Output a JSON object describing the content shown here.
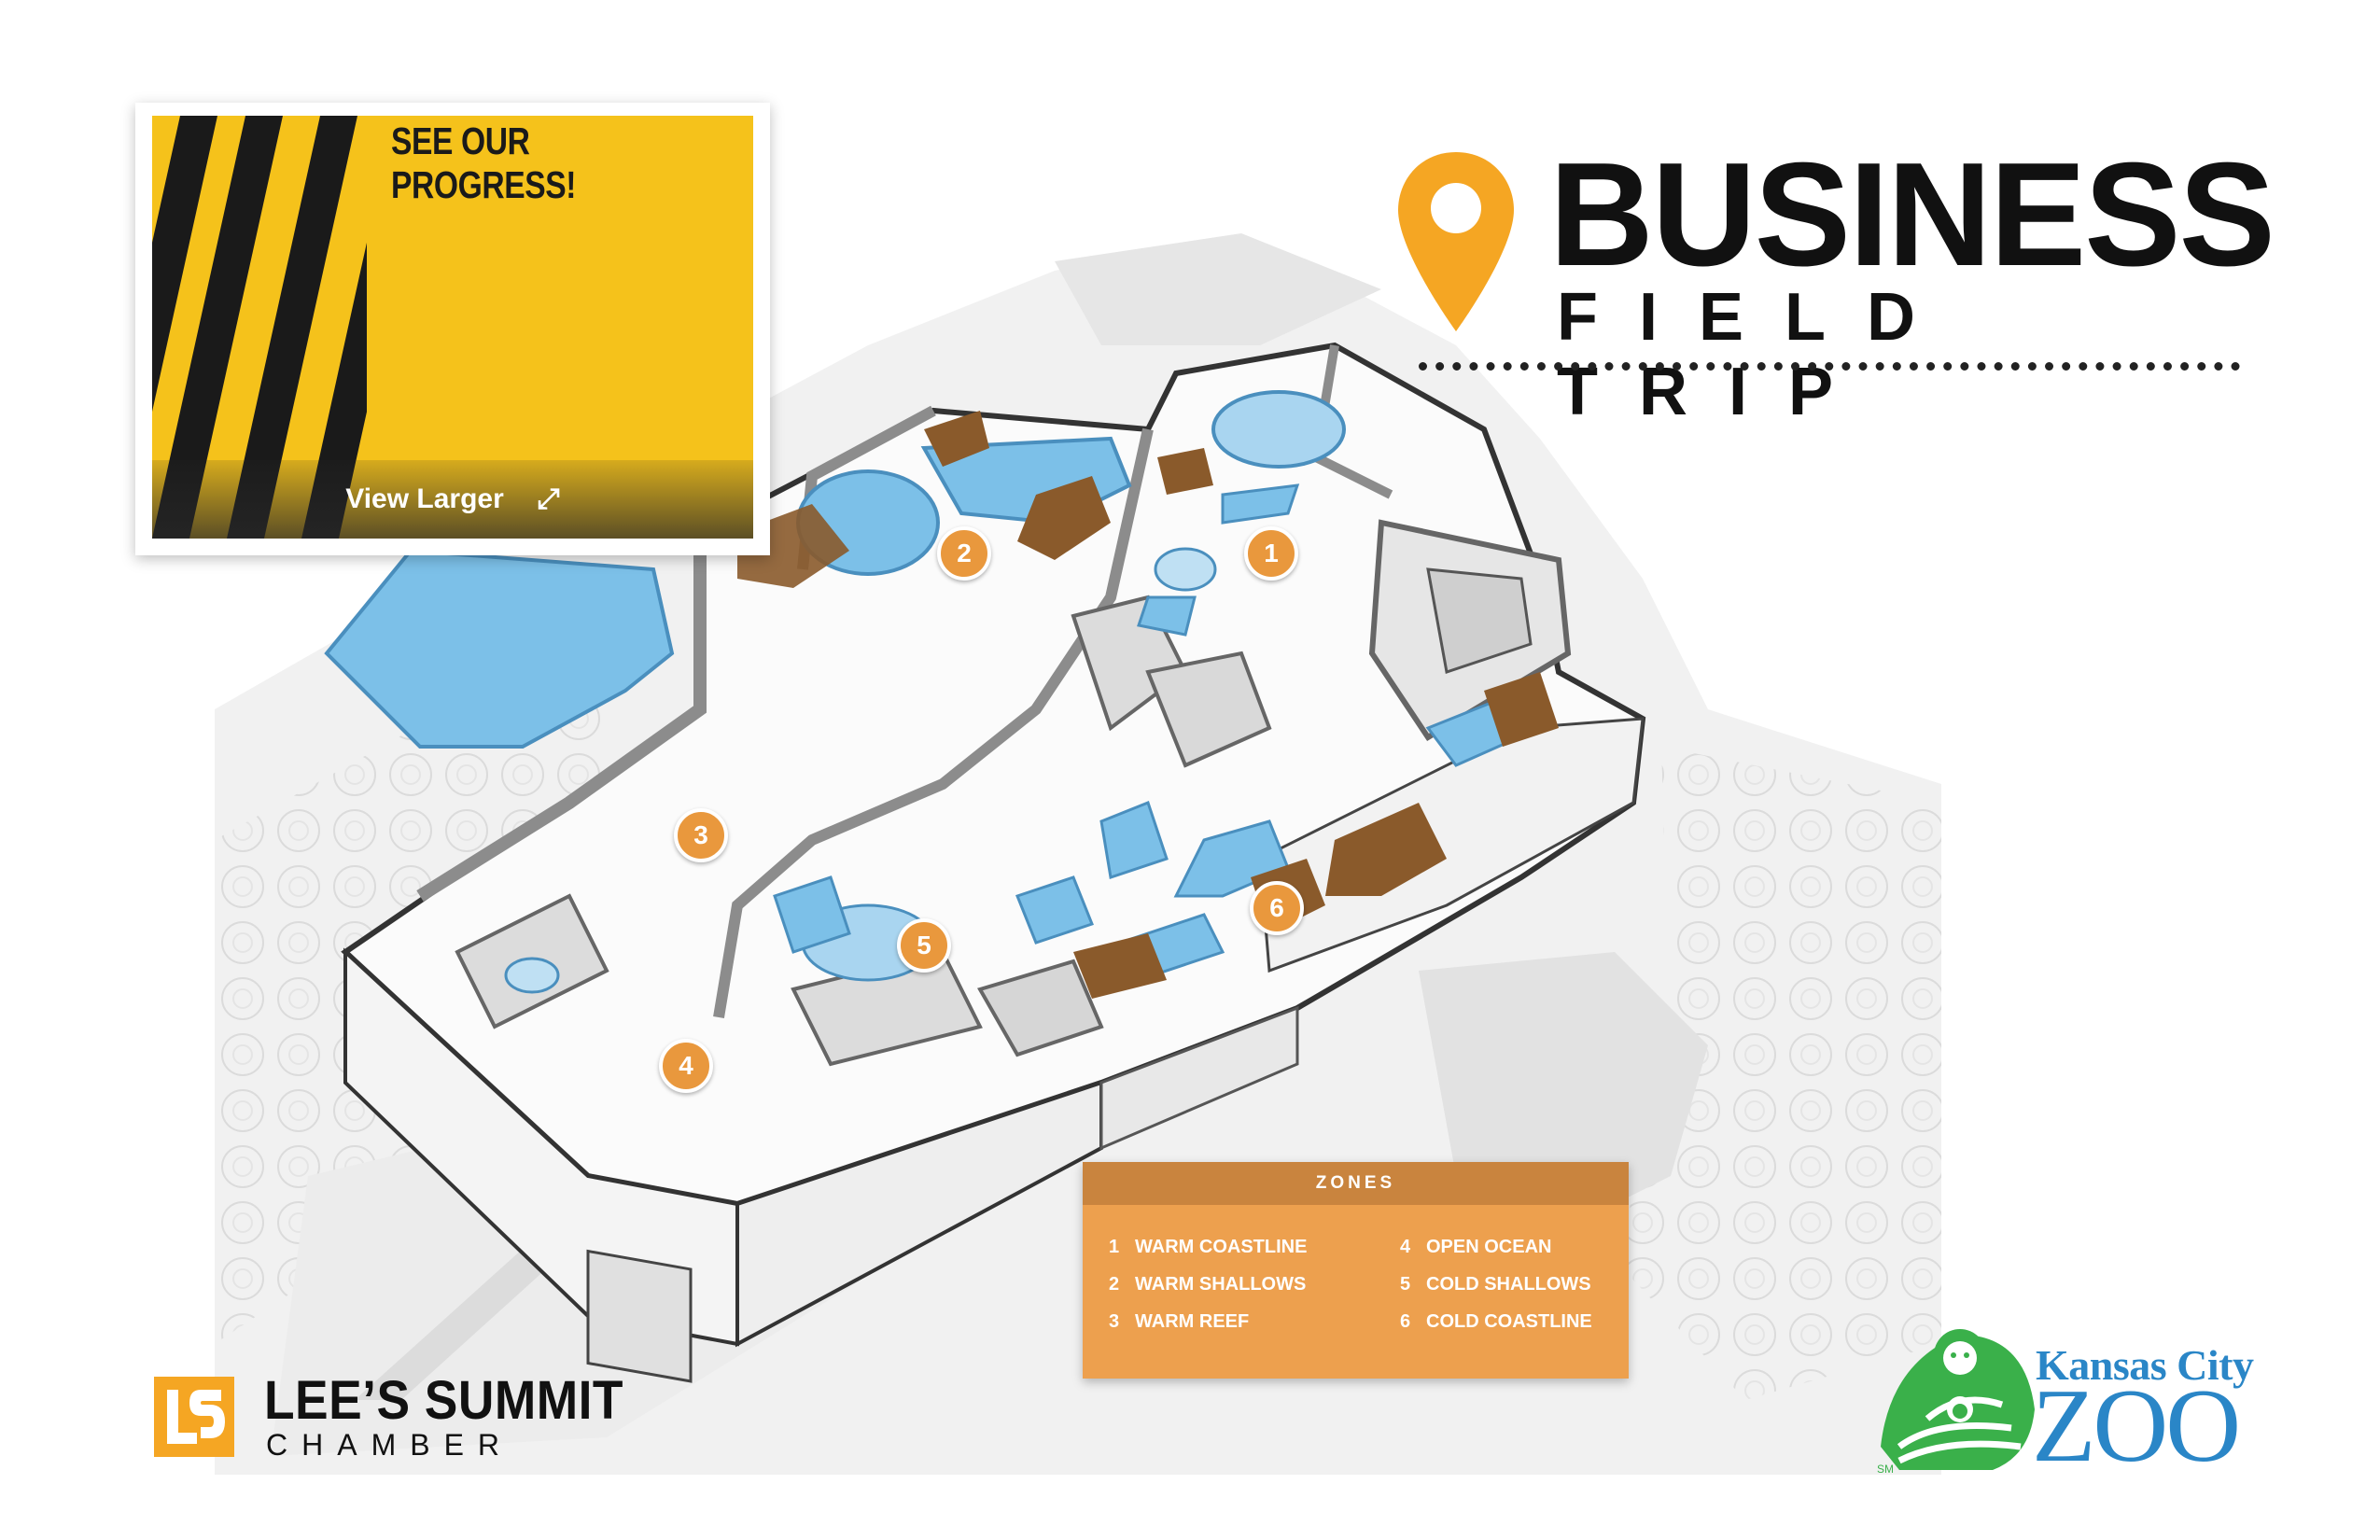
{
  "progress_card": {
    "title": "SEE OUR PROGRESS!",
    "view_larger": "View Larger",
    "expand_icon": "expand-icon"
  },
  "logo": {
    "line1": "BUSINESS",
    "line2": "FIELD TRIP",
    "pin_color": "#f5a623"
  },
  "markers": [
    "1",
    "2",
    "3",
    "4",
    "5",
    "6"
  ],
  "zones": {
    "header": "ZONES",
    "items": [
      {
        "num": "1",
        "label": "WARM COASTLINE"
      },
      {
        "num": "4",
        "label": "OPEN OCEAN"
      },
      {
        "num": "2",
        "label": "WARM SHALLOWS"
      },
      {
        "num": "5",
        "label": "COLD SHALLOWS"
      },
      {
        "num": "3",
        "label": "WARM REEF"
      },
      {
        "num": "6",
        "label": "COLD COASTLINE"
      }
    ],
    "box_color": "#eda04e",
    "header_color": "#c9843e"
  },
  "lees_summit": {
    "mark": "LS",
    "name": "LEE’S SUMMIT",
    "sub": "CHAMBER",
    "color": "#f5a623"
  },
  "kc_zoo": {
    "line1": "Kansas City",
    "line2": "ZOO",
    "sm": "SM",
    "green": "#3ab04a",
    "blue": "#2a86c7"
  },
  "colors": {
    "water": "#7cc0e8",
    "rock": "#8a5a2b",
    "marker": "#e9983d"
  }
}
